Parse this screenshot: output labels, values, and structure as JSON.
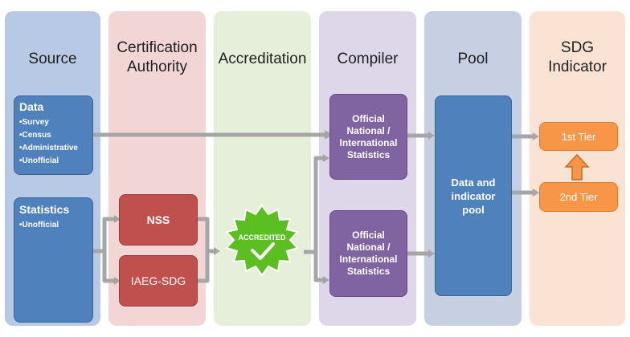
{
  "columns": {
    "source": "Source",
    "certification": "Certification Authority",
    "accreditation": "Accreditation",
    "compiler": "Compiler",
    "pool": "Pool",
    "sdg": "SDG Indicator"
  },
  "data_box": {
    "title": "Data",
    "items": [
      "Survey",
      "Census",
      "Administrative",
      "Unofficial"
    ]
  },
  "statistics_box": {
    "title": "Statistics",
    "items": [
      "Unofficial"
    ]
  },
  "nss": "NSS",
  "iaeg": "IAEG-SDG",
  "badge": "ACCREDITED",
  "compiler_top": "Official National / International Statistics",
  "compiler_bottom": "Official National / International Statistics",
  "pool_box": "Data and indicator pool",
  "tier1": "1st Tier",
  "tier2": "2nd Tier",
  "colors": {
    "source_bg": "#b8c9e5",
    "certification_bg": "#f2d6d6",
    "accreditation_bg": "#e6efd9",
    "compiler_bg": "#ddd7e9",
    "pool_bg": "#c7d0e3",
    "sdg_bg": "#fbe3d3",
    "arrow": "#a6a6a6",
    "badge": "#5bbf21"
  }
}
